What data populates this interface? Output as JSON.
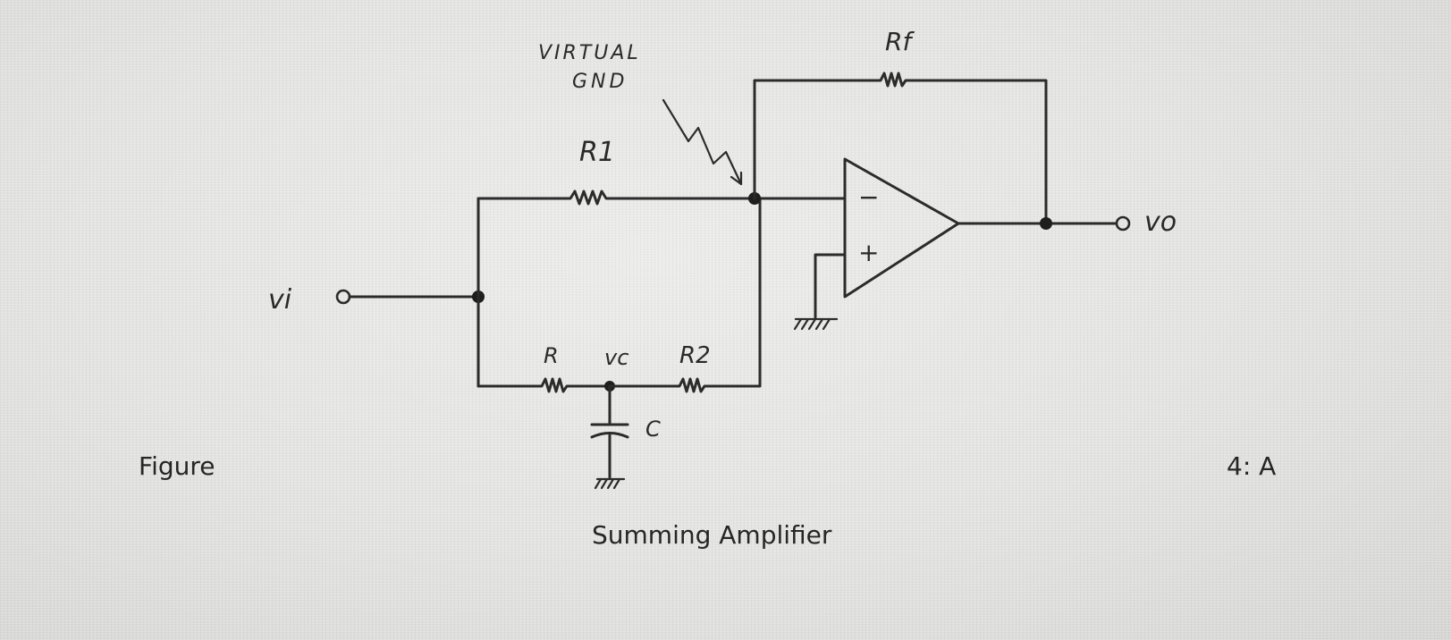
{
  "caption": {
    "figure_word": "Figure",
    "figure_number": "4: A",
    "title": "Summing Amplifier"
  },
  "labels": {
    "virtual_gnd_line1": "VIRTUAL",
    "virtual_gnd_line2": "GND",
    "rf": "Rf",
    "r1": "R1",
    "r": "R",
    "vc": "vc",
    "r2": "R2",
    "c": "C",
    "vi": "vi",
    "vo": "vo",
    "opamp_minus": "−",
    "opamp_plus": "+"
  }
}
